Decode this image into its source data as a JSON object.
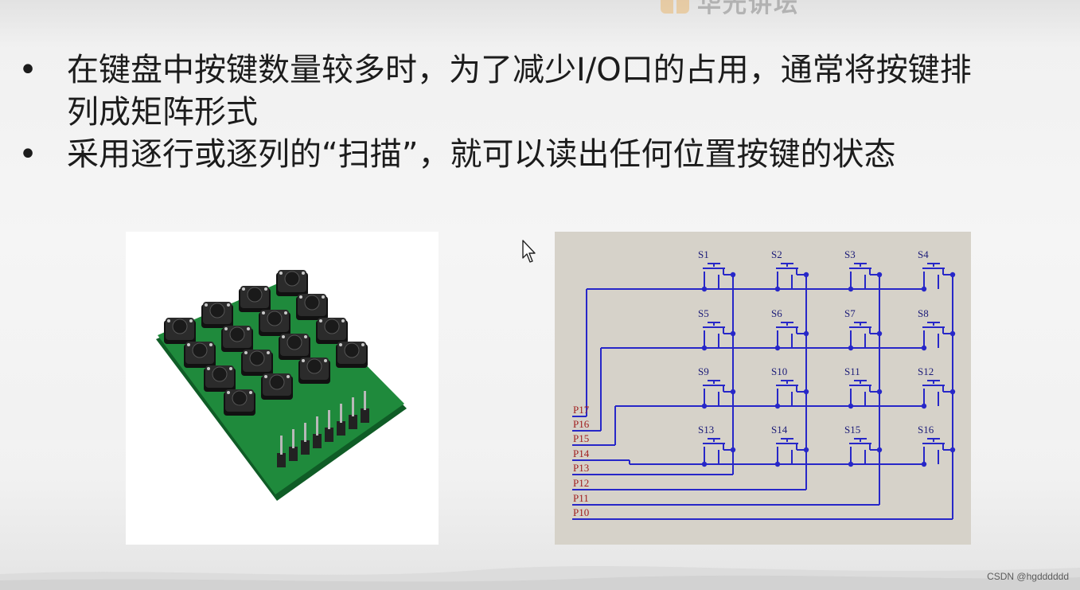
{
  "header": {
    "logo_text": "华光讲坛"
  },
  "bullets": [
    {
      "line1": "在键盘中按键数量较多时，为了减少I/O口的占用，通常将按键排",
      "line2": "列成矩阵形式"
    },
    {
      "line1": "采用逐行或逐列的“扫描”，就可以读出任何位置按键的状态"
    }
  ],
  "bullet_glyph": "•",
  "schematic": {
    "switch_labels": [
      "S1",
      "S2",
      "S3",
      "S4",
      "S5",
      "S6",
      "S7",
      "S8",
      "S9",
      "S10",
      "S11",
      "S12",
      "S13",
      "S14",
      "S15",
      "S16"
    ],
    "port_labels": [
      "P17",
      "P16",
      "P15",
      "P14",
      "P13",
      "P12",
      "P11",
      "P10"
    ],
    "wire_color": "#2727c8",
    "port_label_color": "#a01e1e",
    "background": "#d6d2c9"
  },
  "photo": {
    "pcb_color": "#1f8a3c",
    "button_color": "#2b2b2b"
  },
  "watermark": "CSDN @hgdddddd"
}
